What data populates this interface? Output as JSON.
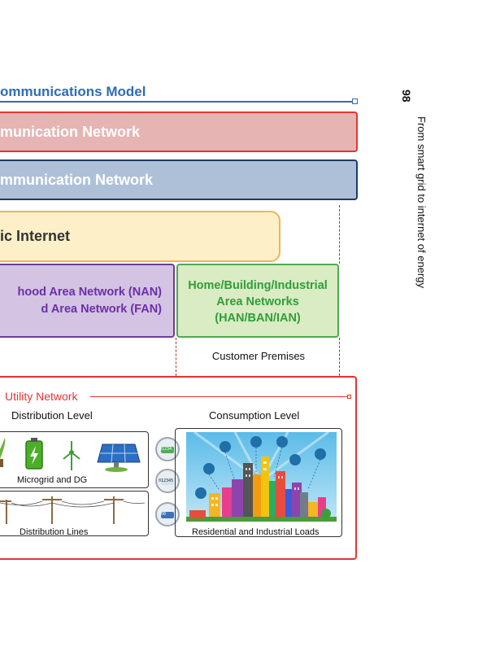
{
  "figure": {
    "title": "ommunications Model",
    "bands": {
      "core_network": "munication Network",
      "backhaul_network": "mmunication Network",
      "internet": "ic Internet"
    },
    "nan_fan": {
      "line1": "hood Area Network (NAN)",
      "line2": "d Area Network (FAN)"
    },
    "han_ban_ian": {
      "line1": "Home/Building/Industrial",
      "line2": "Area Networks",
      "line3": "(HAN/BAN/IAN)"
    },
    "customer_premises": "Customer Premises",
    "utility_network": {
      "label": "Utility Network",
      "distribution_level": "Distribution Level",
      "consumption_level": "Consumption Level",
      "microgrid_label": "Microgrid and DG",
      "distribution_lines_label": "Distribution Lines",
      "loads_label": "Residential and Industrial Loads"
    },
    "meter_readings": [
      "01234",
      "012345",
      "00"
    ]
  },
  "page": {
    "number": "98",
    "running_head": "From smart grid to internet of energy"
  },
  "colors": {
    "title_blue": "#2f6db5",
    "red_border": "#e53434",
    "red_fill": "#e5b4b3",
    "blue_fill": "#aec0d8",
    "navy_border": "#1d3b66",
    "yellow_fill": "#fdf0c8",
    "orange_border": "#f1b35a",
    "purple_fill": "#d4c3e3",
    "purple_text": "#6b2fa8",
    "green_fill": "#d9ecc3",
    "green_text": "#2f9e3a"
  }
}
